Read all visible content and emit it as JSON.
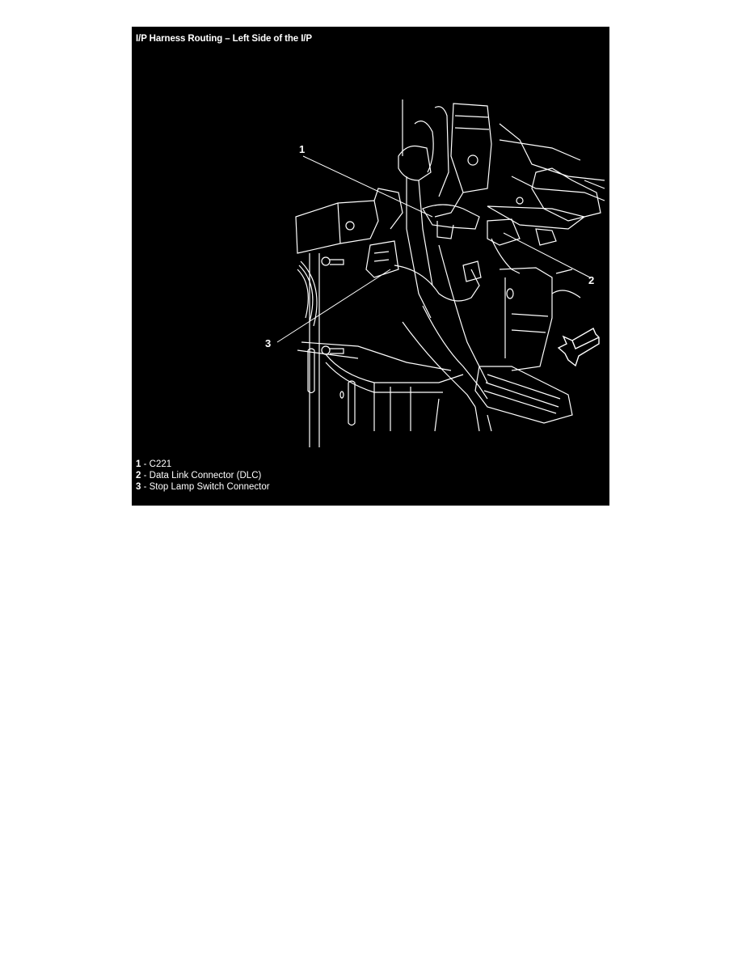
{
  "figure": {
    "title": "I/P Harness Routing – Left Side of the I/P",
    "background_color": "#000000",
    "line_color": "#ffffff",
    "callouts": [
      {
        "number": "1",
        "label": "C221"
      },
      {
        "number": "2",
        "label": "Data Link Connector (DLC)"
      },
      {
        "number": "3",
        "label": "Stop Lamp Switch Connector"
      }
    ],
    "direction_indicator": "arrow-forward-left-icon"
  },
  "legend": {
    "separator": " - ",
    "items": [
      {
        "number": "1",
        "text": "C221"
      },
      {
        "number": "2",
        "text": "Data Link Connector (DLC)"
      },
      {
        "number": "3",
        "text": "Stop Lamp Switch Connector"
      }
    ]
  }
}
